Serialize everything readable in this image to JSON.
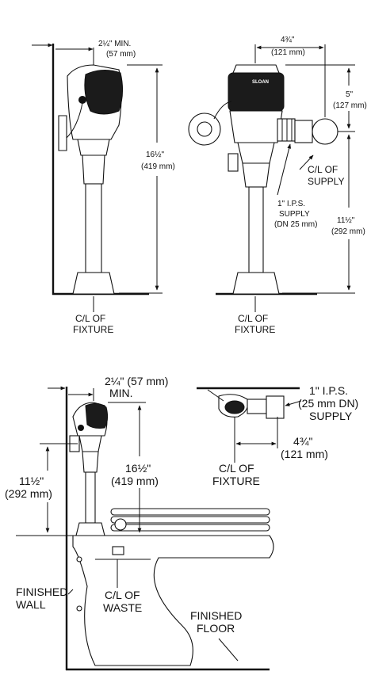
{
  "top_left": {
    "min_dim": "2¼\" MIN.",
    "min_mm": "(57 mm)",
    "height_in": "16½\"",
    "height_mm": "(419 mm)",
    "cl_line1": "C/L OF",
    "cl_line2": "FIXTURE"
  },
  "top_right": {
    "width_in": "4¾\"",
    "width_mm": "(121 mm)",
    "brand": "SLOAN",
    "rise_in": "5\"",
    "rise_mm": "(127 mm)",
    "supply_cl_1": "C/L OF",
    "supply_cl_2": "SUPPLY",
    "ips_1": "1\" I.P.S.",
    "ips_2": "SUPPLY",
    "ips_3": "(DN 25 mm)",
    "h_in": "11½\"",
    "h_mm": "(292 mm)",
    "cl_line1": "C/L OF",
    "cl_line2": "FIXTURE"
  },
  "bottom": {
    "min_dim": "2¼\" (57 mm)",
    "min_word": "MIN.",
    "ips_1": "1\" I.P.S.",
    "ips_2": "(25 mm DN)",
    "ips_3": "SUPPLY",
    "width_in": "4¾\"",
    "width_mm": "(121 mm)",
    "height_in": "16½\"",
    "height_mm": "(419 mm)",
    "left_in": "11½\"",
    "left_mm": "(292 mm)",
    "fixture_1": "C/L OF",
    "fixture_2": "FIXTURE",
    "wall_1": "FINISHED",
    "wall_2": "WALL",
    "waste_1": "C/L OF",
    "waste_2": "WASTE",
    "floor_1": "FINISHED",
    "floor_2": "FLOOR"
  }
}
